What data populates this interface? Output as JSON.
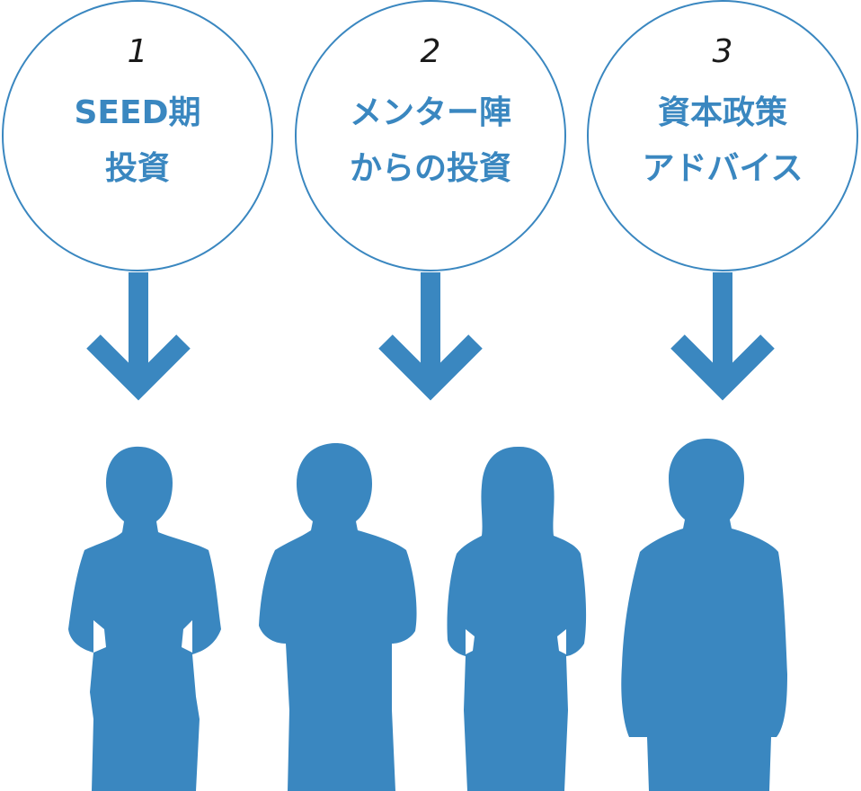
{
  "steps": [
    {
      "number": "1",
      "line1": "SEED期",
      "line2": "投資"
    },
    {
      "number": "2",
      "line1": "メンター陣",
      "line2": "からの投資"
    },
    {
      "number": "3",
      "line1": "資本政策",
      "line2": "アドバイス"
    }
  ],
  "colors": {
    "accent": "#3a87c0",
    "silhouette": "#3a87c0",
    "number_text": "#1a1a1a"
  },
  "icons": [
    "arrow-down-icon",
    "person-silhouette-icon"
  ]
}
